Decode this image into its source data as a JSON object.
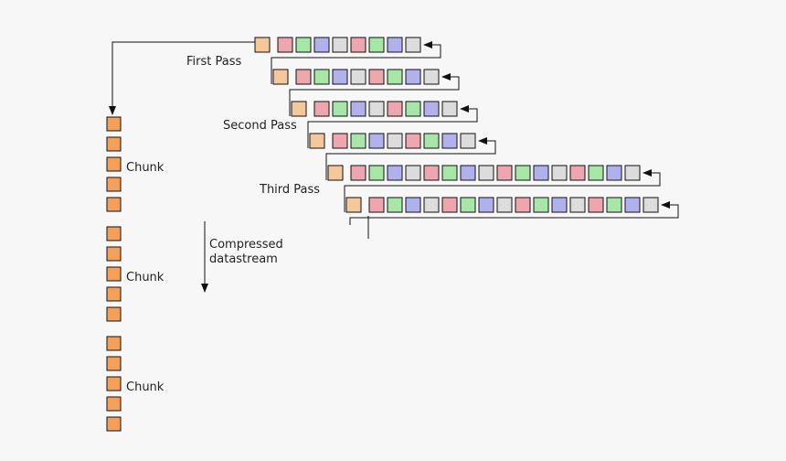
{
  "labels": {
    "first_pass": "First Pass",
    "second_pass": "Second Pass",
    "third_pass": "Third Pass",
    "chunk_1": "Chunk",
    "chunk_2": "Chunk",
    "chunk_3": "Chunk",
    "compressed_line1": "Compressed",
    "compressed_line2": "datastream"
  },
  "colors": {
    "background": "#f7f7f7",
    "filter_byte": "#f5c89b",
    "chunk_block": "#f5a05a",
    "red": "#eea7ae",
    "green": "#a6e6a6",
    "blue": "#b1b1ee",
    "gray": "#dcdcdc",
    "stroke": "#111111"
  },
  "pixel_color_pattern": [
    "red",
    "green",
    "blue",
    "gray"
  ],
  "passes": [
    {
      "name": "First Pass",
      "rows": 2,
      "pixels_per_row": 8
    },
    {
      "name": "Second Pass",
      "rows": 2,
      "pixels_per_row": 8
    },
    {
      "name": "Third Pass",
      "rows": 2,
      "pixels_per_row": 16
    }
  ],
  "chunks": [
    {
      "label": "Chunk",
      "blocks": 5
    },
    {
      "label": "Chunk",
      "blocks": 5
    },
    {
      "label": "Chunk",
      "blocks": 5
    }
  ]
}
